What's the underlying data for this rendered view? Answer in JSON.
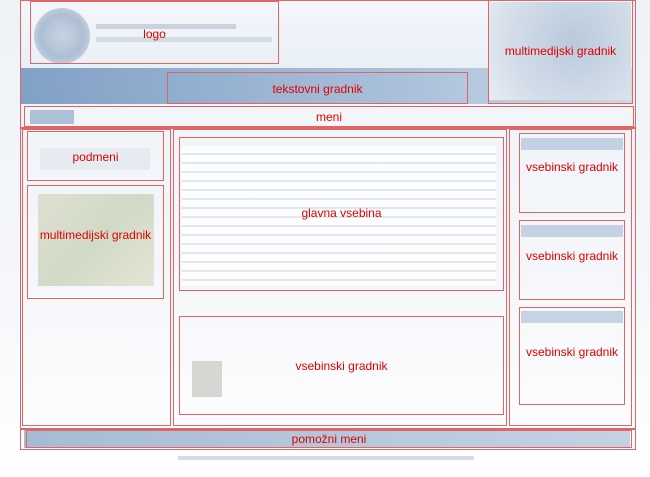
{
  "regions": {
    "logo": "logo",
    "header_multimedia": "multimedijski gradnik",
    "text_block": "tekstovni gradnik",
    "menu": "meni",
    "submenu": "podmeni",
    "sidebar_multimedia": "multimedijski gradnik",
    "main_content": "glavna vsebina",
    "content_block_center": "vsebinski gradnik",
    "content_block_right_1": "vsebinski gradnik",
    "content_block_right_2": "vsebinski gradnik",
    "content_block_right_3": "vsebinski gradnik",
    "helper_menu": "pomožni meni"
  },
  "colors": {
    "annotation_border": "#e06666",
    "annotation_text": "#e00000"
  }
}
